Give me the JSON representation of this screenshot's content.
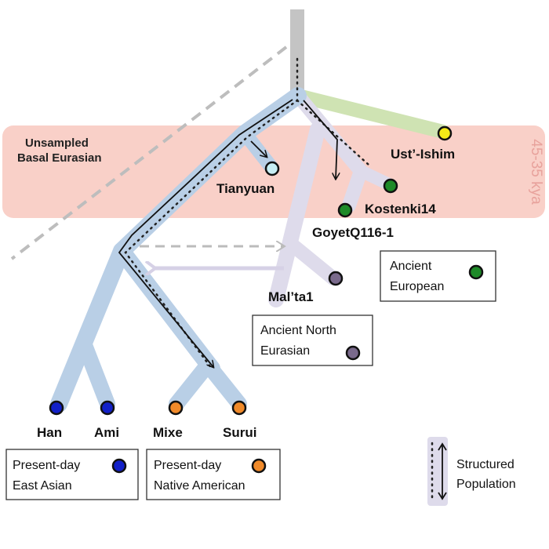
{
  "band": {
    "label": "45-35 kya",
    "color": "#f9d0c8"
  },
  "unsampled": {
    "line1": "Unsampled",
    "line2": "Basal Eurasian"
  },
  "samples": {
    "ust_ishim": {
      "name": "Ust’-Ishim",
      "color": "#f5ea17"
    },
    "tianyuan": {
      "name": "Tianyuan",
      "color": "#c7eef4"
    },
    "kostenki": {
      "name": "Kostenki14",
      "color": "#1e8a28"
    },
    "goyet": {
      "name": "GoyetQ116-1",
      "color": "#1e8a28"
    },
    "malta": {
      "name": "Mal’ta1",
      "color": "#7a6a8c"
    },
    "han": {
      "name": "Han",
      "color": "#1220c8"
    },
    "ami": {
      "name": "Ami",
      "color": "#1220c8"
    },
    "mixe": {
      "name": "Mixe",
      "color": "#f08a2a"
    },
    "surui": {
      "name": "Surui",
      "color": "#f08a2a"
    }
  },
  "legend": {
    "ancient_european": {
      "line1": "Ancient",
      "line2": "European",
      "color": "#1e8a28"
    },
    "ancient_north_eurasian": {
      "line1": "Ancient North",
      "line2": "Eurasian",
      "color": "#7a6a8c"
    },
    "east_asian": {
      "line1": "Present-day",
      "line2": "East Asian",
      "color": "#1220c8"
    },
    "native_american": {
      "line1": "Present-day",
      "line2": "Native American",
      "color": "#f08a2a"
    },
    "structured": {
      "line1": "Structured",
      "line2": "Population"
    }
  },
  "colors": {
    "blue_lineage": "#b9cfe6",
    "lavender_lineage": "#dedbeb",
    "green_lineage": "#cfe3b3",
    "root": "#c4c4c4"
  }
}
